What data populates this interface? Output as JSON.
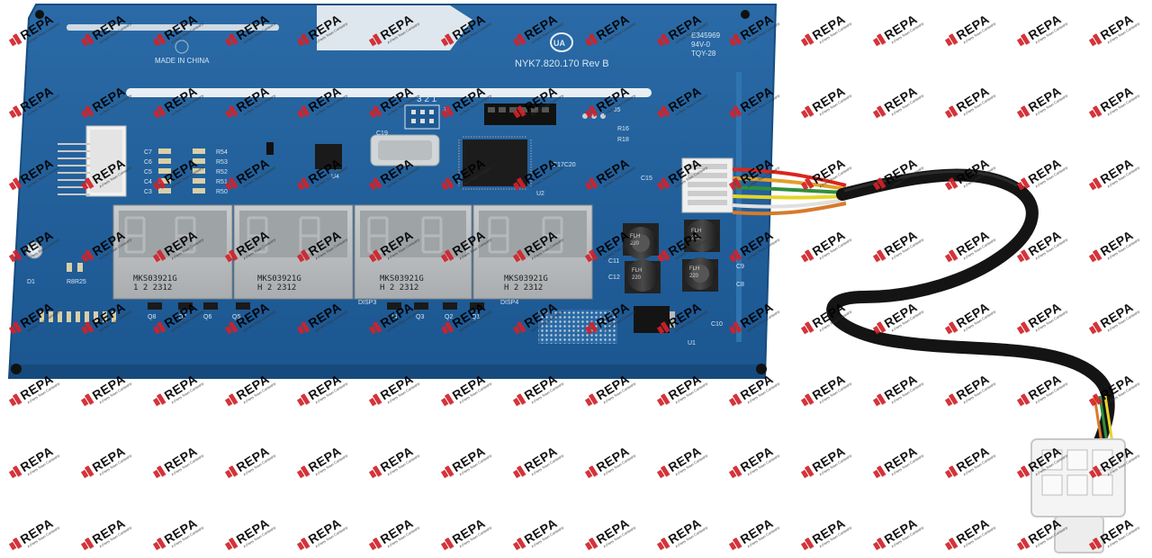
{
  "board": {
    "part_number": "NYK7.820.170  Rev B",
    "made_in": "MADE IN CHINA",
    "cert_logo": "UA",
    "cert_lines": [
      "E345969",
      "94V-0",
      "TQY-28"
    ],
    "header_numbers": "3 2 1",
    "display_labels": [
      [
        "MKS03921G",
        "1 2    2312"
      ],
      [
        "MKS03921G",
        "H 2    2312"
      ],
      [
        "MKS03921G",
        "H 2    2312"
      ],
      [
        "MKS03921G",
        "H 2    2312"
      ]
    ],
    "display_tags": [
      "DISP3",
      "DISP4"
    ],
    "silk": {
      "c7": "C7",
      "c6": "C6",
      "c5": "C5",
      "c4": "C4",
      "c3": "C3",
      "r54": "R54",
      "r53": "R53",
      "r52": "R52",
      "r51": "R51",
      "r50": "R50",
      "u4": "U4",
      "u2": "U2",
      "u1": "U1",
      "d1": "D1",
      "r8r25": "R8R25",
      "c11": "C11",
      "c12": "C12",
      "c8": "C8",
      "c9": "C9",
      "c10": "C10",
      "c15": "C15",
      "c17": "C17C20",
      "c19": "C19",
      "r16": "R16",
      "r18": "R18",
      "j5": "J5",
      "j3": "J3",
      "q8": "Q8",
      "q7": "Q7",
      "q6": "Q6",
      "q5": "Q5",
      "q4": "Q4",
      "q3": "Q3",
      "q2": "Q2",
      "q1": "Q1"
    },
    "cap_marks": [
      "FLH",
      "220",
      "FLH",
      "220",
      "FLH",
      "220",
      "FLH",
      "220"
    ]
  },
  "watermark": {
    "text": "REPA",
    "subtext": "A Parts Town Company",
    "color_logo": "#d2222a",
    "color_text": "#000000"
  },
  "colors": {
    "pcb": "#1f5f9a",
    "pcb_dark": "#184d80",
    "display": "#bfc2c4",
    "cable": "#1a1a1a",
    "connector": "#f2f2f2"
  }
}
